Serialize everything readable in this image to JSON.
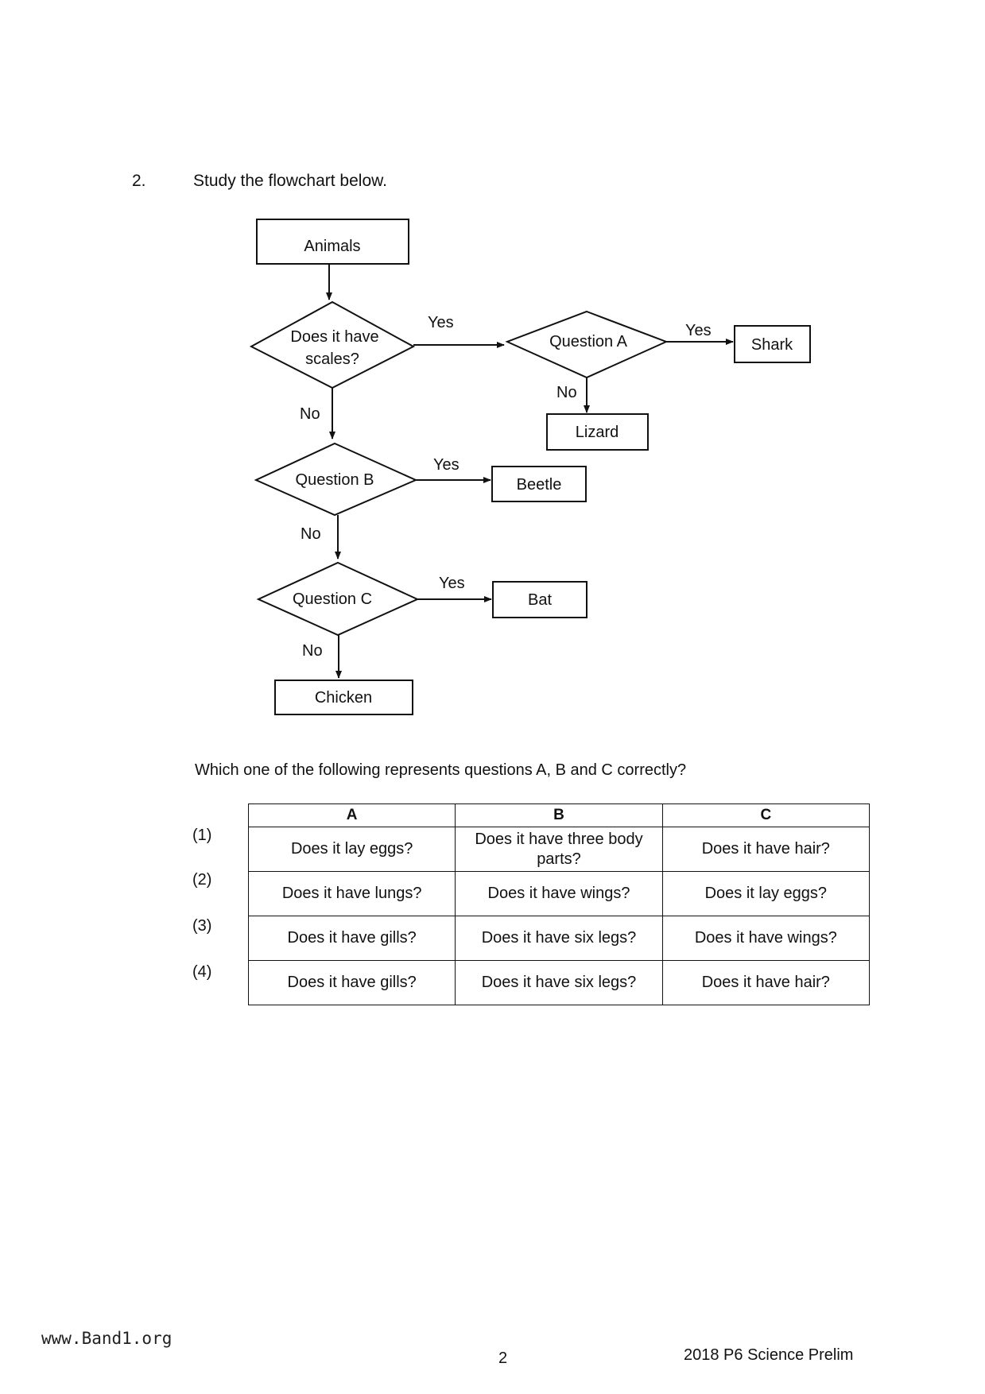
{
  "question": {
    "number": "2.",
    "instruction": "Study the flowchart below."
  },
  "flowchart": {
    "start": "Animals",
    "decisions": {
      "scales": [
        "Does it have",
        "scales?"
      ],
      "a": "Question A",
      "b": "Question B",
      "c": "Question C"
    },
    "outcomes": {
      "shark": "Shark",
      "lizard": "Lizard",
      "beetle": "Beetle",
      "bat": "Bat",
      "chicken": "Chicken"
    },
    "labels": {
      "yes": "Yes",
      "no": "No"
    }
  },
  "prompt": "Which one of the following represents questions A, B and C correctly?",
  "table": {
    "headers": [
      "A",
      "B",
      "C"
    ],
    "rows": [
      {
        "option": "(1)",
        "cells": [
          "Does it lay eggs?",
          "Does it have three body parts?",
          "Does it have hair?"
        ]
      },
      {
        "option": "(2)",
        "cells": [
          "Does it have lungs?",
          "Does it have wings?",
          "Does it lay eggs?"
        ]
      },
      {
        "option": "(3)",
        "cells": [
          "Does it have gills?",
          "Does it have six legs?",
          "Does it have wings?"
        ]
      },
      {
        "option": "(4)",
        "cells": [
          "Does it have gills?",
          "Does it have six legs?",
          "Does it have hair?"
        ]
      }
    ]
  },
  "footer": {
    "website": "www.Band1.org",
    "page": "2",
    "exam": "2018 P6 Science Prelim"
  }
}
